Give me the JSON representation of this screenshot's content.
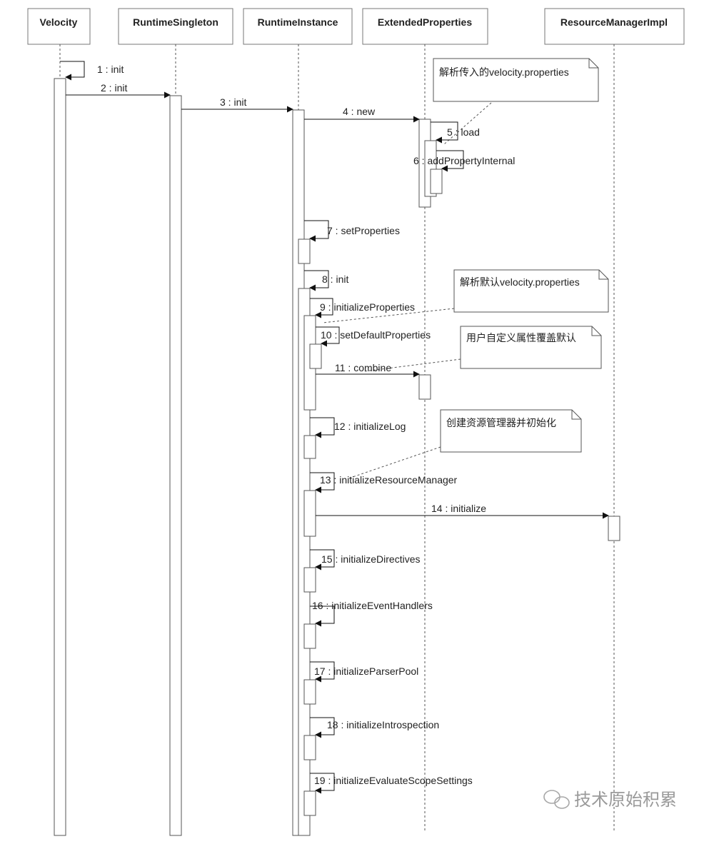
{
  "participants": [
    "Velocity",
    "RuntimeSingleton",
    "RuntimeInstance",
    "ExtendedProperties",
    "ResourceManagerImpl"
  ],
  "messages": [
    {
      "n": "1",
      "label": "1 : init"
    },
    {
      "n": "2",
      "label": "2 : init"
    },
    {
      "n": "3",
      "label": "3 : init"
    },
    {
      "n": "4",
      "label": "4 : new"
    },
    {
      "n": "5",
      "label": "5 : load"
    },
    {
      "n": "6",
      "label": "6 : addPropertyInternal"
    },
    {
      "n": "7",
      "label": "7 : setProperties"
    },
    {
      "n": "8",
      "label": "8 : init"
    },
    {
      "n": "9",
      "label": "9 : initializeProperties"
    },
    {
      "n": "10",
      "label": "10 : setDefaultProperties"
    },
    {
      "n": "11",
      "label": "11 : combine"
    },
    {
      "n": "12",
      "label": "12 : initializeLog"
    },
    {
      "n": "13",
      "label": "13 : initializeResourceManager"
    },
    {
      "n": "14",
      "label": "14 : initialize"
    },
    {
      "n": "15",
      "label": "15 : initializeDirectives"
    },
    {
      "n": "16",
      "label": "16 : initializeEventHandlers"
    },
    {
      "n": "17",
      "label": "17 : initializeParserPool"
    },
    {
      "n": "18",
      "label": "18 : initializeIntrospection"
    },
    {
      "n": "19",
      "label": "19 : initializeEvaluateScopeSettings"
    }
  ],
  "notes": [
    "解析传入的velocity.properties",
    "解析默认velocity.properties",
    "用户自定义属性覆盖默认",
    "创建资源管理器并初始化"
  ],
  "watermark": "技术原始积累"
}
